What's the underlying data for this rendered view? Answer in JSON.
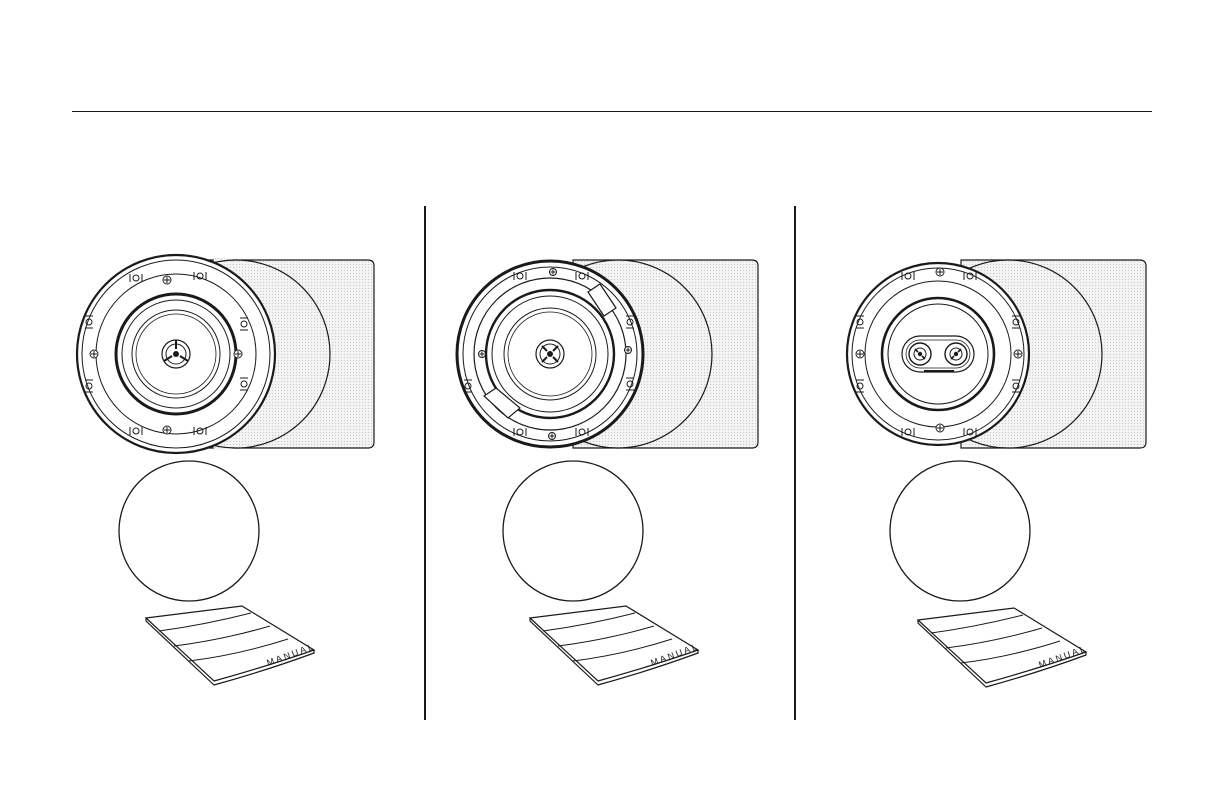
{
  "manual_label": "MANUAL",
  "colors": {
    "line": "#1a1a1a",
    "grille_fill": "#f4f4f4",
    "grille_dot": "#c8c8c8"
  },
  "panels": [
    {
      "id": "speaker-1",
      "tweeter_type": "single",
      "knockouts": "flat"
    },
    {
      "id": "speaker-2",
      "tweeter_type": "single",
      "knockouts": "dog-ears"
    },
    {
      "id": "speaker-3",
      "tweeter_type": "dual",
      "knockouts": "flat"
    }
  ]
}
